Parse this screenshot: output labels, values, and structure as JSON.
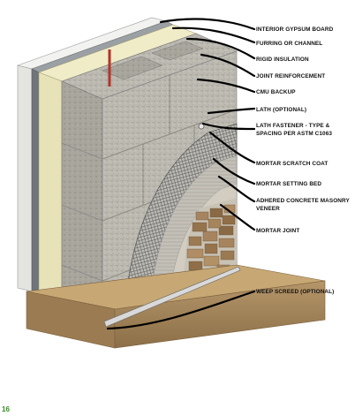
{
  "diagram": {
    "labels": {
      "interior_gypsum_board": "INTERIOR GYPSUM BOARD",
      "furring_or_channel": "FURRING OR CHANNEL",
      "rigid_insulation": "RIGID INSULATION",
      "joint_reinforcement": "JOINT REINFORCEMENT",
      "cmu_backup": "CMU BACKUP",
      "lath_optional": "LATH (OPTIONAL)",
      "lath_fastener_line1": "LATH FASTENER - TYPE &",
      "lath_fastener_line2": "SPACING PER ASTM C1063",
      "mortar_scratch_coat": "MORTAR SCRATCH COAT",
      "mortar_setting_bed": "MORTAR SETTING BED",
      "adhered_veneer_line1": "ADHERED CONCRETE MASONRY",
      "adhered_veneer_line2": "VENEER",
      "mortar_joint": "MORTAR JOINT",
      "weep_screed_optional": "WEEP SCREED (OPTIONAL)"
    },
    "page_number": "16",
    "colors": {
      "cmu": "#bdbab2",
      "cmu_shadow": "#8f8c84",
      "insulation": "#ece8c6",
      "gypsum": "#f4f4f2",
      "footing": "#a88a60",
      "footing_top": "#c7a874",
      "stone": "#9a7a56",
      "mortar": "#c9c3b6",
      "lath": "#555555",
      "leader": "#000000",
      "page_number": "#3a8a2a"
    }
  }
}
